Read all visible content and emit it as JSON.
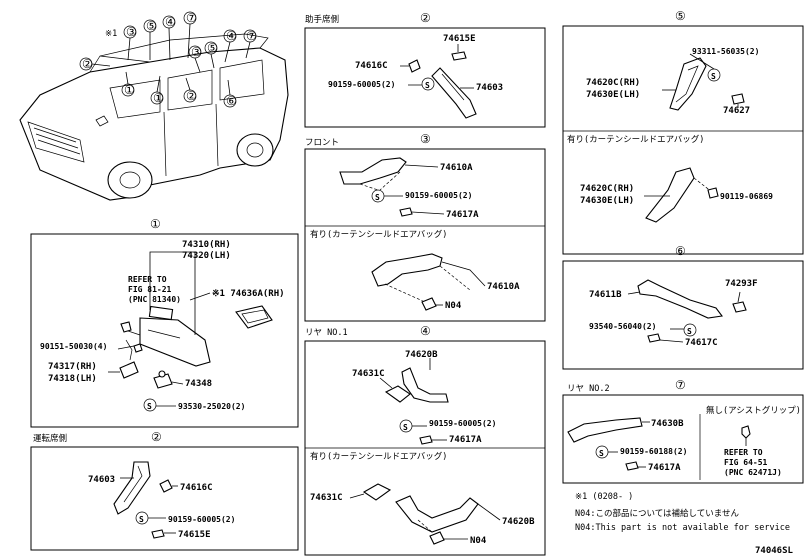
{
  "figure_id": "74046SL",
  "overview": {
    "note_star": "※1",
    "callouts": [
      "③",
      "⑤",
      "④",
      "⑦",
      "②",
      "③",
      "⑤",
      "④",
      "⑦",
      "①",
      "①",
      "②",
      "⑥"
    ]
  },
  "sec1": {
    "num": "①",
    "parts": {
      "p74310": "74310(RH)",
      "p74320": "74320(LH)",
      "refer1": "REFER TO",
      "refer2": "FIG 81-21",
      "refer3": "(PNC 81340)",
      "p74636": "※1 74636A(RH)",
      "p90151": "90151-50030(4)",
      "p74317": "74317(RH)",
      "p74318": "74318(LH)",
      "p74348": "74348",
      "p93530": "93530-25020(2)"
    }
  },
  "sec2_driver": {
    "caption": "運転席側",
    "num": "②",
    "parts": {
      "p74603": "74603",
      "p74616c": "74616C",
      "p90159": "90159-60005(2)",
      "p74615e": "74615E"
    }
  },
  "sec2_passenger": {
    "caption": "助手席側",
    "num": "②",
    "parts": {
      "p74615e": "74615E",
      "p74616c": "74616C",
      "p90159": "90159-60005(2)",
      "p74603": "74603"
    }
  },
  "sec3": {
    "caption": "フロント",
    "num": "③",
    "parts": {
      "p74610a": "74610A",
      "p90159": "90159-60005(2)",
      "p74617a": "74617A"
    },
    "sub_caption": "有り(カーテンシールドエアバッグ)",
    "sub_parts": {
      "p74610a": "74610A",
      "n04": "N04"
    }
  },
  "sec4": {
    "caption": "リヤ NO.1",
    "num": "④",
    "parts": {
      "p74620b": "74620B",
      "p74631c": "74631C",
      "p90159": "90159-60005(2)",
      "p74617a": "74617A"
    },
    "sub_caption": "有り(カーテンシールドエアバッグ)",
    "sub_parts": {
      "p74631c": "74631C",
      "p74620b": "74620B",
      "n04": "N04"
    }
  },
  "sec5": {
    "num": "⑤",
    "parts": {
      "p93311": "93311-56035(2)",
      "p74620c": "74620C(RH)",
      "p74630e": "74630E(LH)",
      "p74627": "74627"
    },
    "sub_caption": "有り(カーテンシールドエアバッグ)",
    "sub_parts": {
      "p74620c": "74620C(RH)",
      "p74630e": "74630E(LH)",
      "p90119": "90119-06869"
    }
  },
  "sec6": {
    "num": "⑥",
    "parts": {
      "p74293f": "74293F",
      "p74611b": "74611B",
      "p93540": "93540-56040(2)",
      "p74617c": "74617C"
    }
  },
  "sec7": {
    "caption": "リヤ NO.2",
    "num": "⑦",
    "parts": {
      "p74630b": "74630B",
      "p90159": "90159-60188(2)",
      "p74617a": "74617A"
    },
    "inset_caption": "無し(アシストグリップ)",
    "inset": {
      "refer1": "REFER TO",
      "refer2": "FIG 64-51",
      "refer3": "(PNC 62471J)"
    }
  },
  "notes": {
    "n1": "※1 (0208-    )",
    "n2": "N04:この部品については補給していません",
    "n3": "N04:This part is not available for service"
  }
}
